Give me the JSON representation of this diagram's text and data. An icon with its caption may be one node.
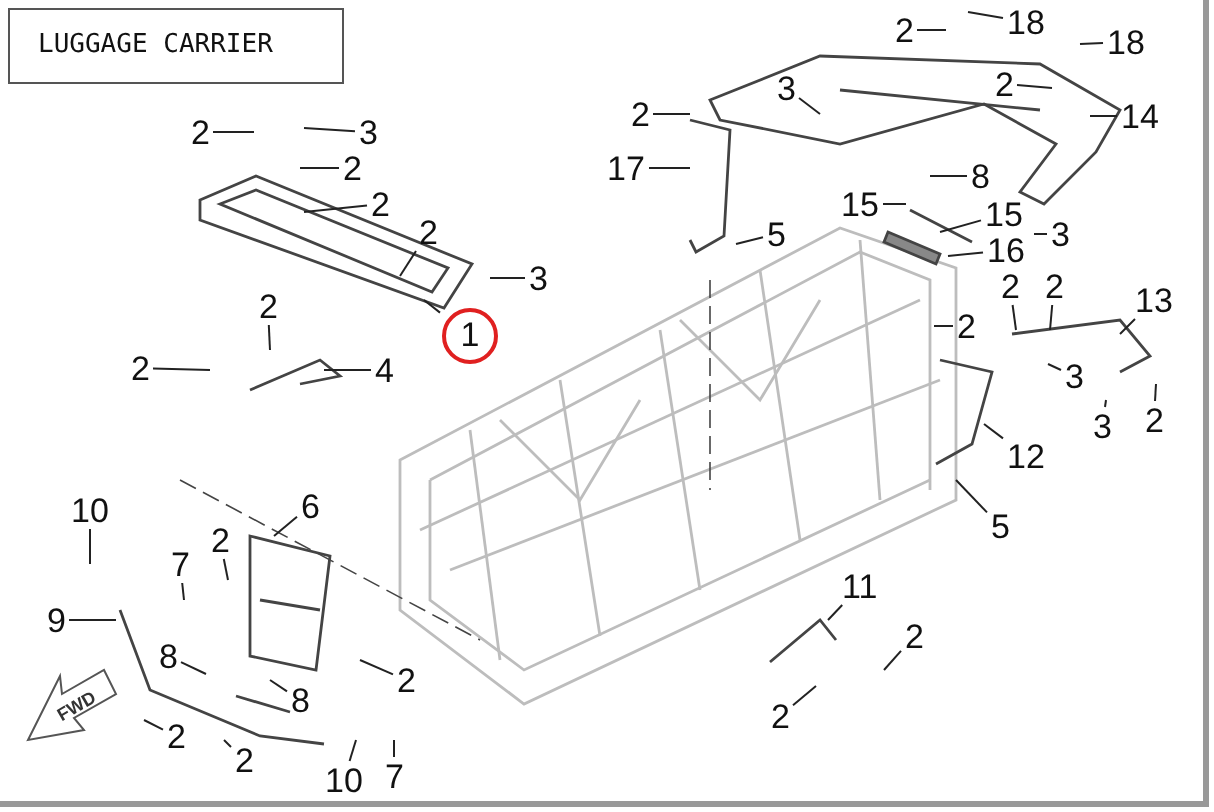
{
  "diagram": {
    "title": "LUGGAGE CARRIER",
    "nodes": [
      {
        "text": [
          "2"
        ]
      },
      {
        "text": [
          "3"
        ]
      },
      {
        "text": [
          "2"
        ]
      },
      {
        "text": [
          "2"
        ]
      },
      {
        "text": [
          "2"
        ]
      },
      {
        "text": [
          "3"
        ]
      },
      {
        "text": [
          "1"
        ]
      },
      {
        "text": [
          "2"
        ]
      },
      {
        "text": [
          "2"
        ]
      },
      {
        "text": [
          "4"
        ]
      },
      {
        "text": [
          "2"
        ]
      },
      {
        "text": [
          "18"
        ]
      },
      {
        "text": [
          "2"
        ]
      },
      {
        "text": [
          "18"
        ]
      },
      {
        "text": [
          "3"
        ]
      },
      {
        "text": [
          "2"
        ]
      },
      {
        "text": [
          "14"
        ]
      },
      {
        "text": [
          "17"
        ]
      },
      {
        "text": [
          "8"
        ]
      },
      {
        "text": [
          "15"
        ]
      },
      {
        "text": [
          "15"
        ]
      },
      {
        "text": [
          "5"
        ]
      },
      {
        "text": [
          "16"
        ]
      },
      {
        "text": [
          "3"
        ]
      },
      {
        "text": [
          "2"
        ]
      },
      {
        "text": [
          "2"
        ]
      },
      {
        "text": [
          "13"
        ]
      },
      {
        "text": [
          "2"
        ]
      },
      {
        "text": [
          "3"
        ]
      },
      {
        "text": [
          "2"
        ]
      },
      {
        "text": [
          "3"
        ]
      },
      {
        "text": [
          "12"
        ]
      },
      {
        "text": [
          "5"
        ]
      },
      {
        "text": [
          "10"
        ]
      },
      {
        "text": [
          "6"
        ]
      },
      {
        "text": [
          "2"
        ]
      },
      {
        "text": [
          "7"
        ]
      },
      {
        "text": [
          "9"
        ]
      },
      {
        "text": [
          "8"
        ]
      },
      {
        "text": [
          "2"
        ]
      },
      {
        "text": [
          "11"
        ]
      },
      {
        "text": [
          "2"
        ]
      },
      {
        "text": [
          "8"
        ]
      },
      {
        "text": [
          "2"
        ]
      },
      {
        "text": [
          "2"
        ]
      },
      {
        "text": [
          "10"
        ]
      },
      {
        "text": [
          "7"
        ]
      },
      {
        "text": [
          "2"
        ]
      }
    ],
    "edges": [
      {
        "from": 0,
        "to": null,
        "arrow": "none"
      },
      {
        "from": 1,
        "to": null,
        "arrow": "none"
      },
      {
        "from": 2,
        "to": null,
        "arrow": "none"
      },
      {
        "from": 3,
        "to": null,
        "arrow": "none"
      },
      {
        "from": 4,
        "to": null,
        "arrow": "none"
      },
      {
        "from": 5,
        "to": null,
        "arrow": "none"
      },
      {
        "from": 6,
        "to": null,
        "arrow": "none"
      },
      {
        "from": 7,
        "to": null,
        "arrow": "none"
      },
      {
        "from": 8,
        "to": null,
        "arrow": "none"
      },
      {
        "from": 9,
        "to": null,
        "arrow": "none"
      },
      {
        "from": 10,
        "to": null,
        "arrow": "none"
      },
      {
        "from": 11,
        "to": null,
        "arrow": "none"
      },
      {
        "from": 12,
        "to": null,
        "arrow": "none"
      },
      {
        "from": 13,
        "to": null,
        "arrow": "none"
      },
      {
        "from": 14,
        "to": null,
        "arrow": "none"
      },
      {
        "from": 15,
        "to": null,
        "arrow": "none"
      },
      {
        "from": 16,
        "to": null,
        "arrow": "none"
      },
      {
        "from": 17,
        "to": null,
        "arrow": "none"
      },
      {
        "from": 18,
        "to": null,
        "arrow": "none"
      },
      {
        "from": 19,
        "to": null,
        "arrow": "none"
      },
      {
        "from": 20,
        "to": null,
        "arrow": "none"
      },
      {
        "from": 21,
        "to": null,
        "arrow": "none"
      },
      {
        "from": 22,
        "to": null,
        "arrow": "none"
      },
      {
        "from": 23,
        "to": null,
        "arrow": "none"
      },
      {
        "from": 24,
        "to": null,
        "arrow": "none"
      },
      {
        "from": 25,
        "to": null,
        "arrow": "none"
      },
      {
        "from": 26,
        "to": null,
        "arrow": "none"
      },
      {
        "from": 27,
        "to": null,
        "arrow": "none"
      },
      {
        "from": 28,
        "to": null,
        "arrow": "none"
      },
      {
        "from": 29,
        "to": null,
        "arrow": "none"
      },
      {
        "from": 30,
        "to": null,
        "arrow": "none"
      },
      {
        "from": 31,
        "to": null,
        "arrow": "none"
      },
      {
        "from": 32,
        "to": null,
        "arrow": "none"
      },
      {
        "from": 33,
        "to": null,
        "arrow": "none"
      },
      {
        "from": 34,
        "to": null,
        "arrow": "none"
      },
      {
        "from": 35,
        "to": null,
        "arrow": "none"
      },
      {
        "from": 36,
        "to": null,
        "arrow": "none"
      },
      {
        "from": 37,
        "to": null,
        "arrow": "none"
      },
      {
        "from": 38,
        "to": null,
        "arrow": "none"
      },
      {
        "from": 39,
        "to": null,
        "arrow": "none"
      },
      {
        "from": 40,
        "to": null,
        "arrow": "none"
      },
      {
        "from": 41,
        "to": null,
        "arrow": "none"
      },
      {
        "from": 42,
        "to": null,
        "arrow": "none"
      },
      {
        "from": 43,
        "to": null,
        "arrow": "none"
      },
      {
        "from": 44,
        "to": null,
        "arrow": "none"
      },
      {
        "from": 45,
        "to": null,
        "arrow": "none"
      },
      {
        "from": 46,
        "to": null,
        "arrow": "none"
      },
      {
        "from": 47,
        "to": null,
        "arrow": "none"
      }
    ],
    "labels": [
      "FWD"
    ]
  }
}
